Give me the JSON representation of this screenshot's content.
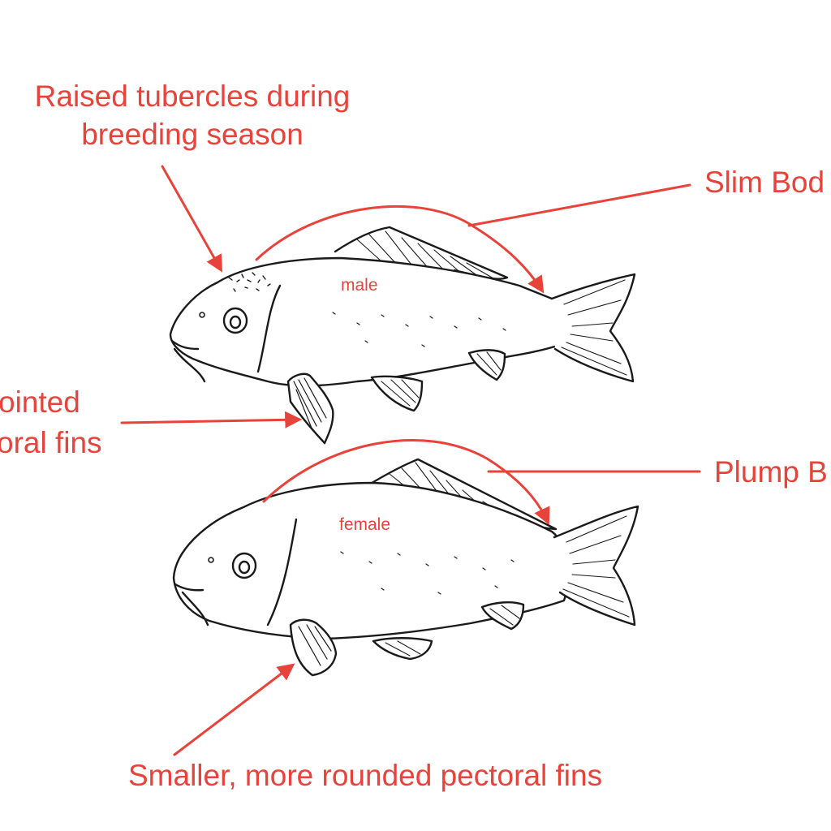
{
  "accent_color": "#e8433a",
  "ink_color": "#1a1a1a",
  "labels": {
    "tubercles_line1": "Raised tubercles during",
    "tubercles_line2": "breeding season",
    "slim_body": "Slim Bod",
    "pointed_line1": "ointed",
    "pointed_line2": "oral fins",
    "plump_body": "Plump B",
    "male": "male",
    "female": "female",
    "rounded_fins": "Smaller, more rounded pectoral fins"
  },
  "icons": [
    "male-koi-sketch",
    "female-koi-sketch",
    "annotation-arrow"
  ]
}
